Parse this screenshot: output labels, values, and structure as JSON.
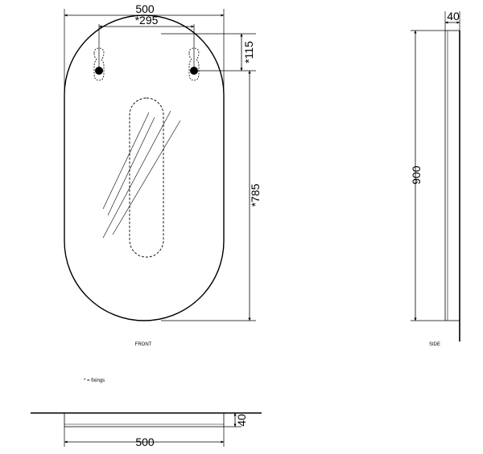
{
  "front": {
    "width_label": "500",
    "fixing_spacing_label": "*295",
    "fixing_drop_label": "*115",
    "fixing_height_label": "*785",
    "view_label": "FRONT"
  },
  "side": {
    "depth_label": "40",
    "height_label": "900",
    "view_label": "SIDE"
  },
  "plan": {
    "depth_label": "40",
    "width_label": "500"
  },
  "note": "* = fixings"
}
